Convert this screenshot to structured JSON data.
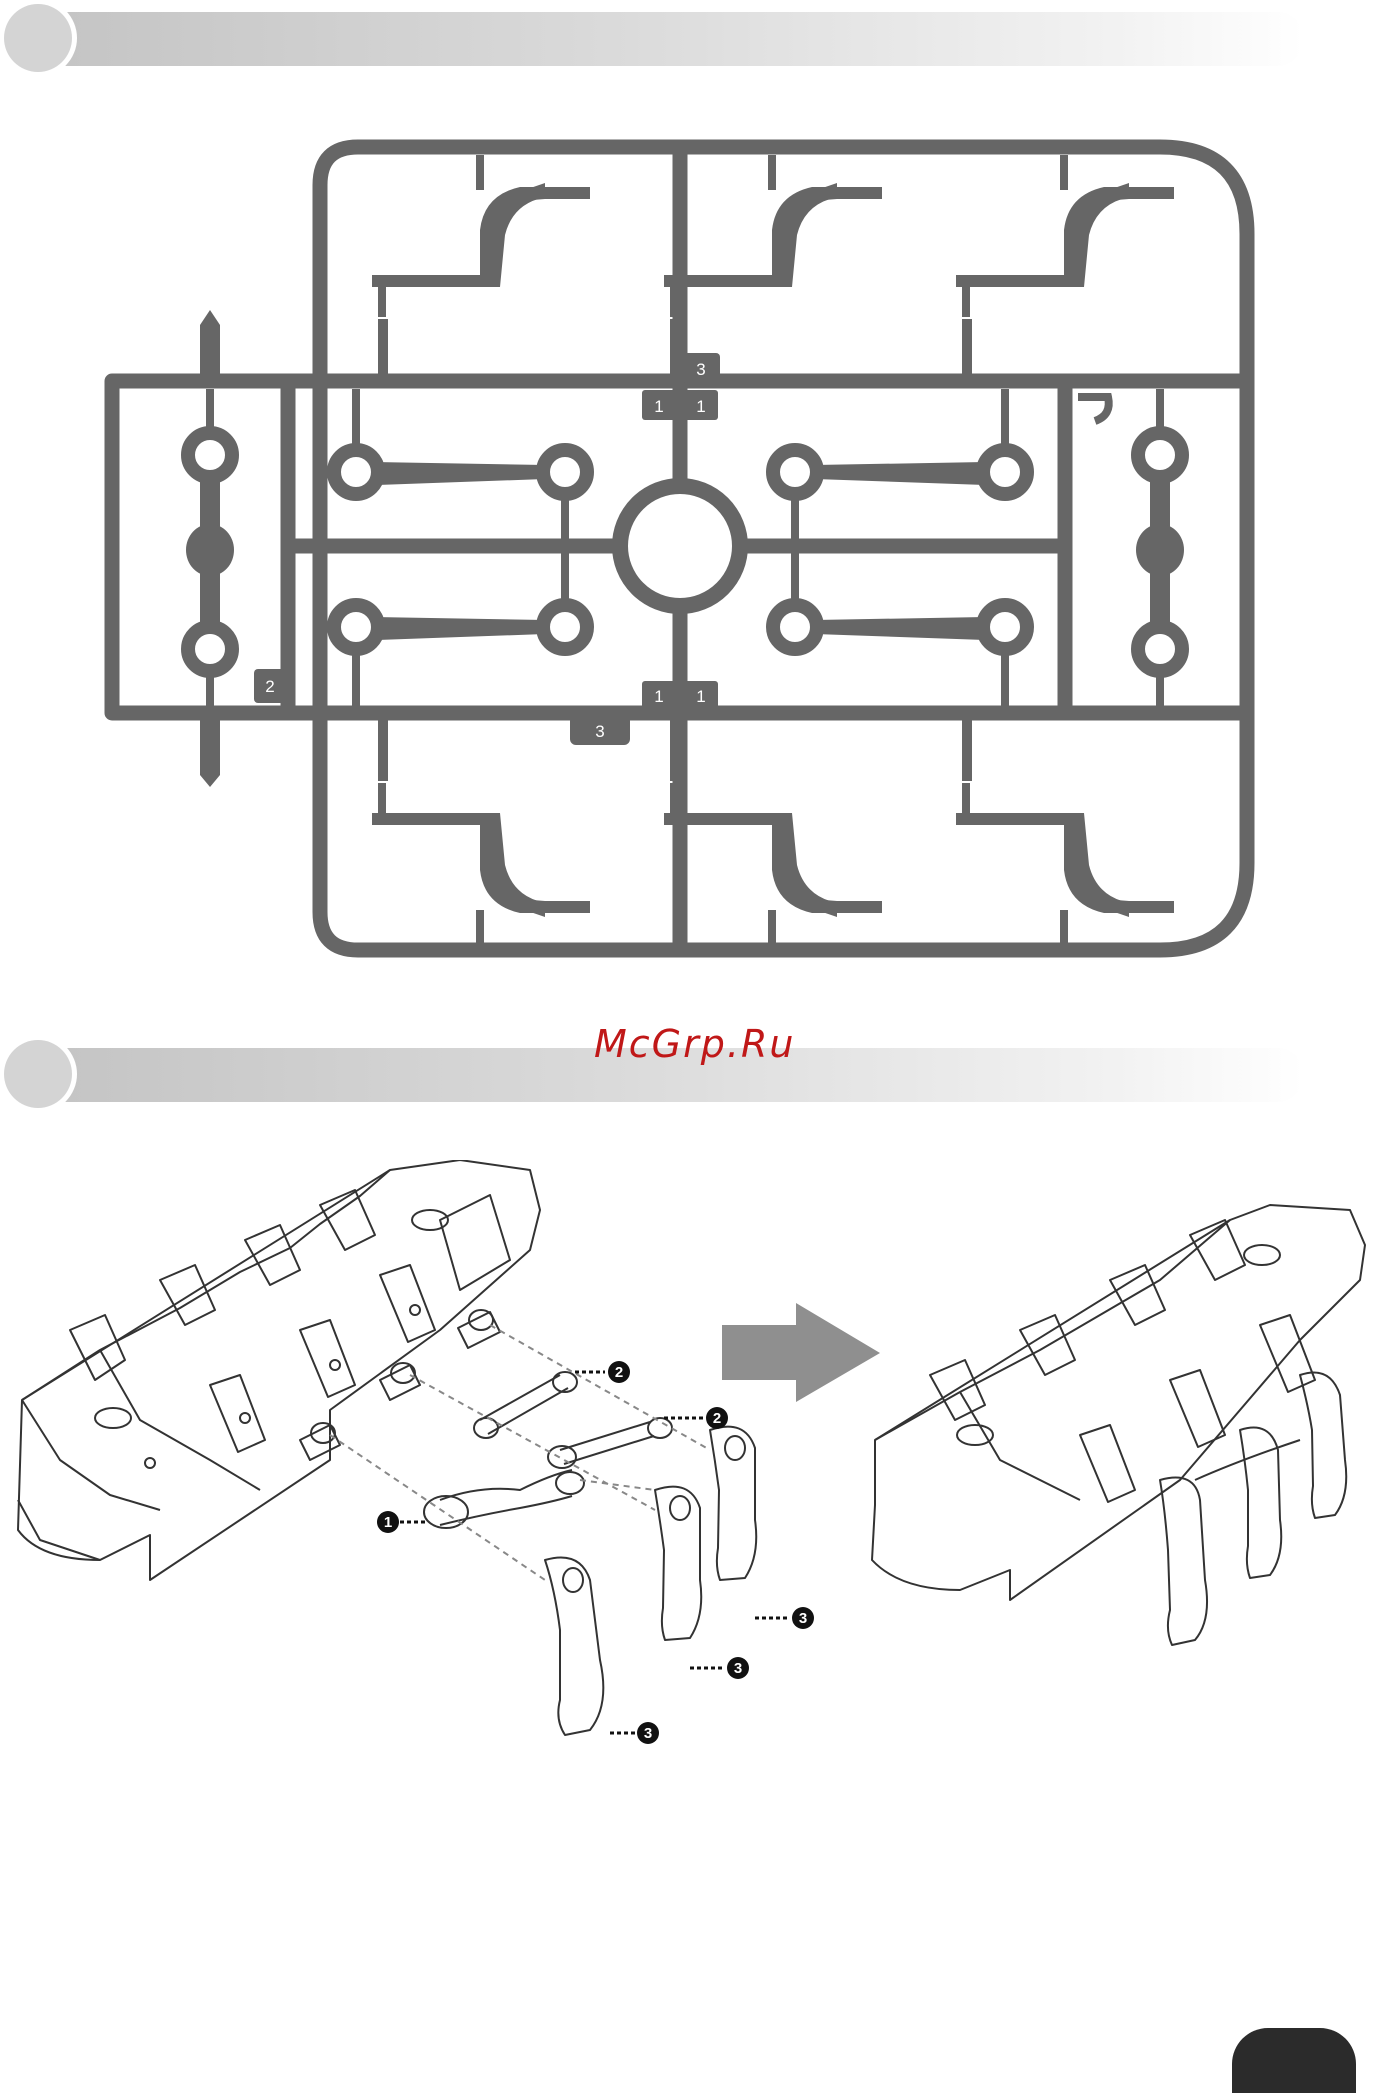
{
  "watermark": "McGrp.Ru",
  "sprue_labels": {
    "top_center": "3",
    "upper_left_1": "1",
    "upper_right_1": "1",
    "left_frame": "2",
    "lower_left_1": "1",
    "lower_right_1": "1",
    "bottom_center": "3"
  },
  "callouts": {
    "rod_short_top": "2",
    "rod_short_mid": "2",
    "rod_long": "1",
    "leg_back": "3",
    "leg_mid": "3",
    "leg_front": "3"
  },
  "icons": {
    "arrow": "right-arrow-icon"
  },
  "colors": {
    "sprue": "#666666",
    "banner": "#cfcfcf",
    "watermark": "#c01818",
    "page_tab": "#2b2b2b",
    "callout": "#111111"
  }
}
